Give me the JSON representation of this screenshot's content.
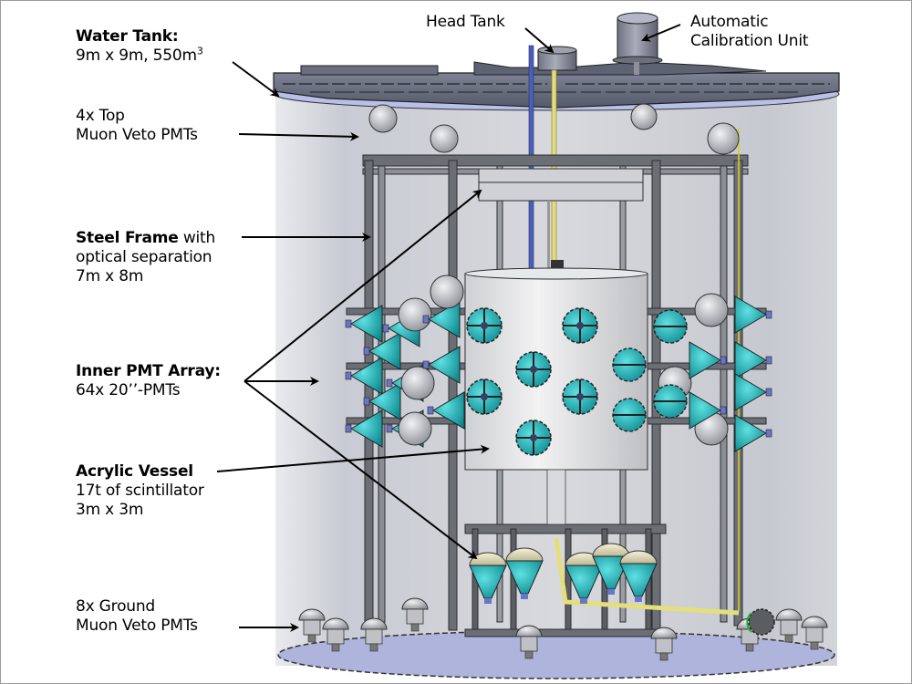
{
  "figure": {
    "title": "Detector schematic",
    "colors": {
      "tank_wall": "#c9ccd3",
      "lid": "#6d7282",
      "lid_edge": "#b6bde6",
      "pmt_teal": "#1fb3b8",
      "pmt_gray": "#c3c6cc",
      "frame_steel": "#5b5e63",
      "acrylic_vessel": "#dcdde0",
      "floor": "#aab0d8",
      "yellow_tube": "#e4df7a",
      "blue_rod": "#4a5fb8"
    },
    "labels": {
      "water_tank": {
        "title": "Water Tank:",
        "line1_prefix": "9m x 9m, 550m",
        "line1_sup": "3"
      },
      "top_veto": {
        "line1": "4x Top",
        "line2": "Muon Veto PMTs"
      },
      "steel_frame": {
        "title": "Steel Frame",
        "title_suffix": " with",
        "line2": "optical separation",
        "line3": "7m x 8m"
      },
      "inner_pmt": {
        "title": "Inner PMT Array:",
        "line2": "64x 20’’-PMTs"
      },
      "acrylic_vessel": {
        "title": "Acrylic Vessel",
        "line2": "17t of scintillator",
        "line3": "3m x 3m"
      },
      "ground_veto": {
        "line1": "8x Ground",
        "line2": "Muon Veto PMTs"
      },
      "head_tank": {
        "line1": "Head Tank"
      },
      "calibration_unit": {
        "line1": "Automatic",
        "line2": "Calibration Unit"
      }
    }
  }
}
